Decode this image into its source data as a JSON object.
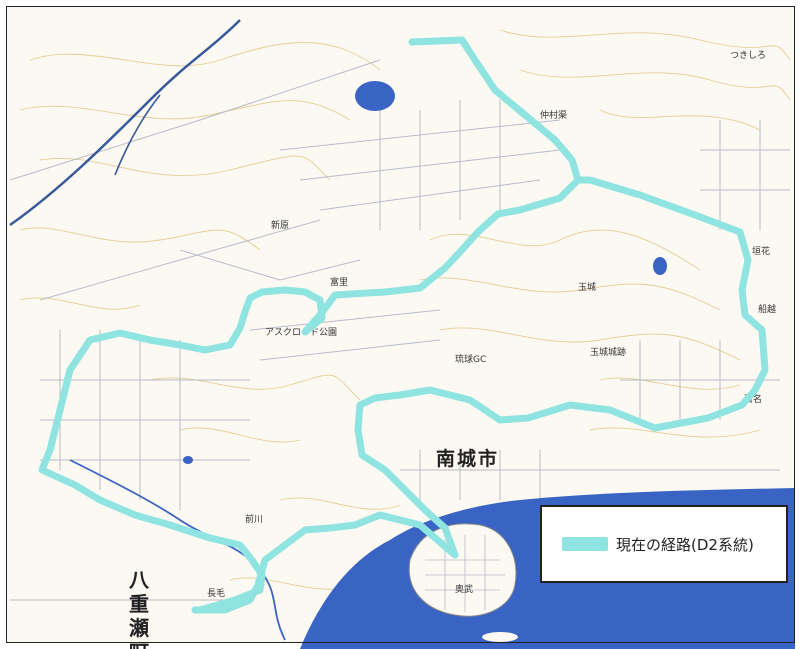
{
  "map": {
    "city_label": "南城市",
    "town_label": "八重瀬町",
    "legend": {
      "label": "現在の経路(D2系統)",
      "route_color": "#8fe3e0"
    },
    "colors": {
      "sea": "#3a64c4",
      "land": "#fbf9f2",
      "contour": "#e2c98a",
      "road": "#b8bcc8",
      "highway": "#39599d",
      "pond": "#3a64c4"
    },
    "place_labels": [
      "富里",
      "玉城",
      "玉城城跡",
      "琉球GC",
      "アスクロード公園",
      "奥武",
      "百名",
      "船越",
      "垣花",
      "仲村渠",
      "つきしろ",
      "新原",
      "前川",
      "長毛"
    ]
  }
}
